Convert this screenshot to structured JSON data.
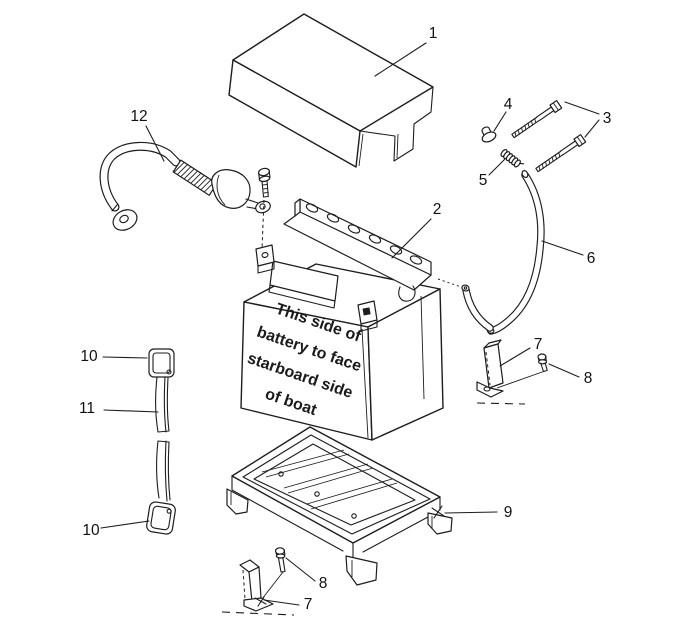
{
  "diagram": {
    "subject": "Battery assembly exploded parts diagram",
    "background_color": "#ffffff",
    "line_color": "#1d1d1d",
    "battery_warning_text": {
      "line1": "This side of",
      "line2": "battery to face",
      "line3": "starboard side",
      "line4": "of boat"
    },
    "callouts": [
      {
        "number": "1",
        "part": "battery cover"
      },
      {
        "number": "2",
        "part": "battery"
      },
      {
        "number": "3",
        "part": "hold-down bolts"
      },
      {
        "number": "4",
        "part": "cap nut"
      },
      {
        "number": "5",
        "part": "spring"
      },
      {
        "number": "6",
        "part": "vent tube"
      },
      {
        "number": "7",
        "part": "angle bracket (right)"
      },
      {
        "number": "8",
        "part": "screw (right)"
      },
      {
        "number": "9",
        "part": "battery tray"
      },
      {
        "number": "10",
        "part": "strap hook (upper)"
      },
      {
        "number": "11",
        "part": "battery strap"
      },
      {
        "number": "10",
        "part": "strap hook (lower)"
      },
      {
        "number": "12",
        "part": "battery cable"
      },
      {
        "number": "8",
        "part": "screw (lower)"
      },
      {
        "number": "7",
        "part": "angle bracket (lower)"
      }
    ]
  }
}
